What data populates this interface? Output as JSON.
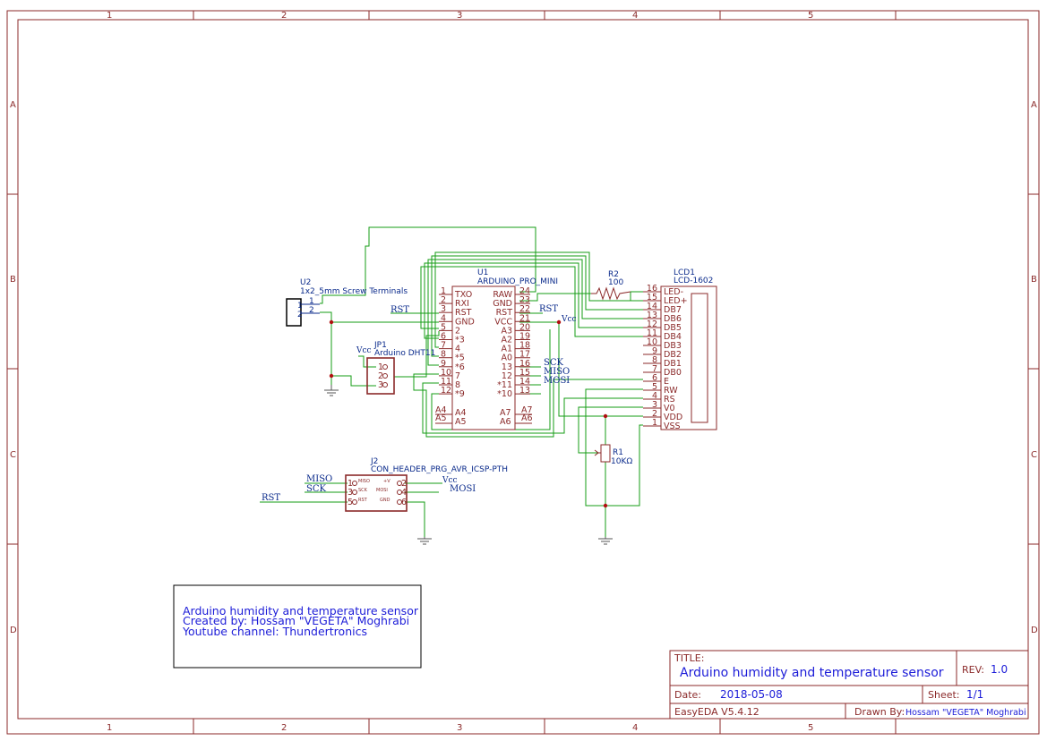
{
  "sheet": {
    "columns": [
      "1",
      "2",
      "3",
      "4",
      "5"
    ],
    "rows": [
      "A",
      "B",
      "C",
      "D"
    ]
  },
  "components": {
    "u2": {
      "designator": "U2",
      "value": "1x2_5mm Screw Terminals",
      "pins": [
        "1",
        "2"
      ]
    },
    "jp1": {
      "designator": "JP1",
      "value": "Arduino DHT11",
      "pins": [
        "1",
        "2",
        "3"
      ]
    },
    "u1": {
      "designator": "U1",
      "value": "ARDUINO_PRO_MINI",
      "left_pins": [
        {
          "num": "1",
          "name": "TXO"
        },
        {
          "num": "2",
          "name": "RXI"
        },
        {
          "num": "3",
          "name": "RST"
        },
        {
          "num": "4",
          "name": "GND"
        },
        {
          "num": "5",
          "name": "2"
        },
        {
          "num": "6",
          "name": "*3"
        },
        {
          "num": "7",
          "name": "4"
        },
        {
          "num": "8",
          "name": "*5"
        },
        {
          "num": "9",
          "name": "*6"
        },
        {
          "num": "10",
          "name": "7"
        },
        {
          "num": "11",
          "name": "8"
        },
        {
          "num": "12",
          "name": "*9"
        }
      ],
      "right_pins": [
        {
          "num": "24",
          "name": "RAW"
        },
        {
          "num": "23",
          "name": "GND"
        },
        {
          "num": "22",
          "name": "RST"
        },
        {
          "num": "21",
          "name": "VCC"
        },
        {
          "num": "20",
          "name": "A3"
        },
        {
          "num": "19",
          "name": "A2"
        },
        {
          "num": "18",
          "name": "A1"
        },
        {
          "num": "17",
          "name": "A0"
        },
        {
          "num": "16",
          "name": "13"
        },
        {
          "num": "15",
          "name": "12"
        },
        {
          "num": "14",
          "name": "*11"
        },
        {
          "num": "13",
          "name": "*10"
        }
      ],
      "bottom_left": [
        {
          "num": "A4",
          "name": "A4"
        },
        {
          "num": "A5",
          "name": "A5"
        }
      ],
      "bottom_right": [
        {
          "num": "A7",
          "name": "A7"
        },
        {
          "num": "A6",
          "name": "A6"
        }
      ]
    },
    "r2": {
      "designator": "R2",
      "value": "100"
    },
    "r1": {
      "designator": "R1",
      "value": "10KΩ"
    },
    "lcd1": {
      "designator": "LCD1",
      "value": "LCD-1602",
      "pins": [
        {
          "num": "16",
          "name": "LED-"
        },
        {
          "num": "15",
          "name": "LED+"
        },
        {
          "num": "14",
          "name": "DB7"
        },
        {
          "num": "13",
          "name": "DB6"
        },
        {
          "num": "12",
          "name": "DB5"
        },
        {
          "num": "11",
          "name": "DB4"
        },
        {
          "num": "10",
          "name": "DB3"
        },
        {
          "num": "9",
          "name": "DB2"
        },
        {
          "num": "8",
          "name": "DB1"
        },
        {
          "num": "7",
          "name": "DB0"
        },
        {
          "num": "6",
          "name": "E"
        },
        {
          "num": "5",
          "name": "RW"
        },
        {
          "num": "4",
          "name": "RS"
        },
        {
          "num": "3",
          "name": "V0"
        },
        {
          "num": "2",
          "name": "VDD"
        },
        {
          "num": "1",
          "name": "VSS"
        }
      ]
    },
    "j2": {
      "designator": "J2",
      "value": "CON_HEADER_PRG_AVR_ICSP-PTH",
      "left": [
        {
          "num": "1",
          "name": "MISO"
        },
        {
          "num": "3",
          "name": "SCK"
        },
        {
          "num": "5",
          "name": "RST"
        }
      ],
      "right": [
        {
          "num": "2",
          "name": "+V"
        },
        {
          "num": "4",
          "name": "MOSI"
        },
        {
          "num": "6",
          "name": "GND"
        }
      ]
    }
  },
  "nets": {
    "rst_u1": "RST",
    "rst_u1_right": "RST",
    "vcc_u1": "Vcc",
    "vcc_jp1": "Vcc",
    "sck": "SCK",
    "miso": "MISO",
    "mosi": "MOSI",
    "j2_miso": "MISO",
    "j2_sck": "SCK",
    "j2_rst": "RST",
    "j2_vcc": "Vcc",
    "j2_mosi": "MOSI"
  },
  "note": {
    "line1": "Arduino humidity and temperature sensor",
    "line2": "Created by: Hossam \"VEGETA\" Moghrabi",
    "line3": "Youtube channel: Thundertronics"
  },
  "title_block": {
    "title_label": "TITLE:",
    "title": "Arduino humidity and temperature sensor",
    "rev_label": "REV:",
    "rev": "1.0",
    "date_label": "Date:",
    "date": "2018-05-08",
    "sheet_label": "Sheet:",
    "sheet": "1/1",
    "tool": "EasyEDA V5.4.12",
    "drawn_label": "Drawn By:",
    "drawn_by": "Hossam \"VEGETA\" Moghrabi"
  }
}
